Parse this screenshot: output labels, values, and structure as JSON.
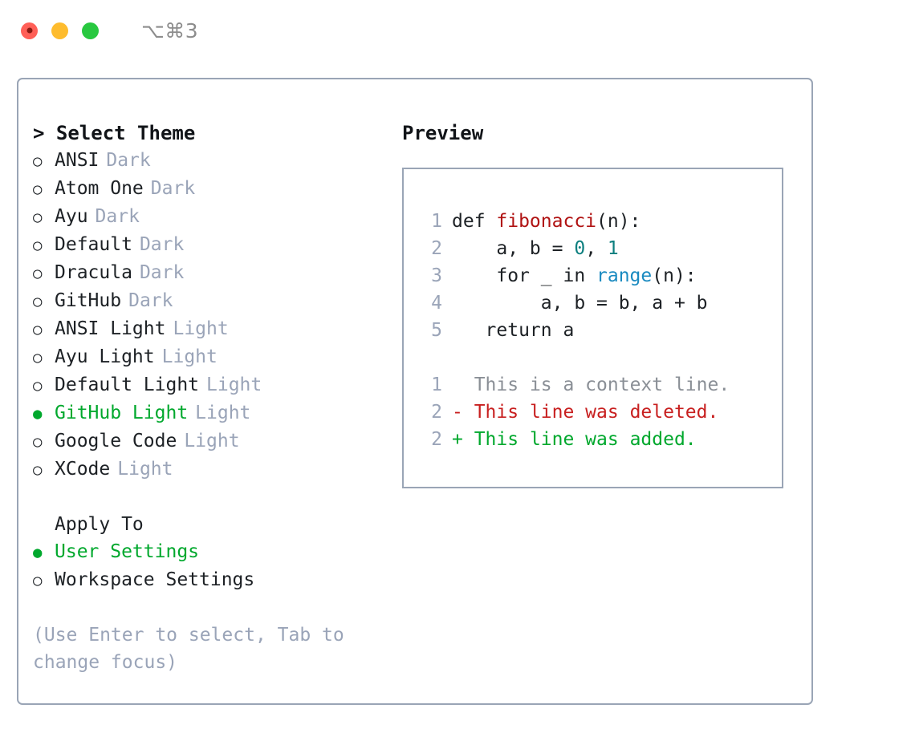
{
  "titlebar": {
    "shortcut": "⌥⌘3",
    "buttons": [
      {
        "name": "close",
        "color": "#ff5f57"
      },
      {
        "name": "minimize",
        "color": "#febc2e"
      },
      {
        "name": "zoom",
        "color": "#28c840"
      }
    ]
  },
  "theme_picker": {
    "heading": "> Select Theme",
    "marker_unselected": "○",
    "marker_selected": "●",
    "items": [
      {
        "label": "ANSI",
        "tag": "Dark",
        "selected": false
      },
      {
        "label": "Atom One",
        "tag": "Dark",
        "selected": false
      },
      {
        "label": "Ayu",
        "tag": "Dark",
        "selected": false
      },
      {
        "label": "Default",
        "tag": "Dark",
        "selected": false
      },
      {
        "label": "Dracula",
        "tag": "Dark",
        "selected": false
      },
      {
        "label": "GitHub",
        "tag": "Dark",
        "selected": false
      },
      {
        "label": "ANSI Light",
        "tag": "Light",
        "selected": false
      },
      {
        "label": "Ayu Light",
        "tag": "Light",
        "selected": false
      },
      {
        "label": "Default Light",
        "tag": "Light",
        "selected": false
      },
      {
        "label": "GitHub Light",
        "tag": "Light",
        "selected": true
      },
      {
        "label": "Google Code",
        "tag": "Light",
        "selected": false
      },
      {
        "label": "XCode",
        "tag": "Light",
        "selected": false
      }
    ]
  },
  "apply_to": {
    "heading": "Apply To",
    "items": [
      {
        "label": "User Settings",
        "selected": true
      },
      {
        "label": "Workspace Settings",
        "selected": false
      }
    ]
  },
  "hint": "(Use Enter to select, Tab to change focus)",
  "preview": {
    "heading": "Preview",
    "code_lines": [
      {
        "no": "1",
        "segments": [
          {
            "text": "def ",
            "kind": "plain"
          },
          {
            "text": "fibonacci",
            "kind": "fn"
          },
          {
            "text": "(n):",
            "kind": "plain"
          }
        ]
      },
      {
        "no": "2",
        "segments": [
          {
            "text": "    a, b = ",
            "kind": "plain"
          },
          {
            "text": "0",
            "kind": "num"
          },
          {
            "text": ", ",
            "kind": "plain"
          },
          {
            "text": "1",
            "kind": "num"
          }
        ]
      },
      {
        "no": "3",
        "segments": [
          {
            "text": "    for _ in ",
            "kind": "plain"
          },
          {
            "text": "range",
            "kind": "call"
          },
          {
            "text": "(n):",
            "kind": "plain"
          }
        ]
      },
      {
        "no": "4",
        "segments": [
          {
            "text": "        a, b = b, a + b",
            "kind": "plain"
          }
        ]
      },
      {
        "no": "5",
        "segments": [
          {
            "text": "   return a",
            "kind": "plain"
          }
        ]
      }
    ],
    "diff_lines": [
      {
        "no": "1",
        "sign": " ",
        "text": " This is a context line.",
        "kind": "context"
      },
      {
        "no": "2",
        "sign": "-",
        "text": " This line was deleted.",
        "kind": "deleted"
      },
      {
        "no": "2",
        "sign": "+",
        "text": " This line was added.",
        "kind": "added"
      }
    ]
  },
  "colors": {
    "accent_green": "#00a82d",
    "diff_deleted": "#c82020",
    "diff_added": "#00a82d",
    "diff_context": "#8a8f96",
    "muted": "#9aa4b8",
    "border": "#9aa5b6",
    "token_function": "#b01212",
    "token_number": "#0d7f7f",
    "token_call": "#1a8ac0"
  }
}
